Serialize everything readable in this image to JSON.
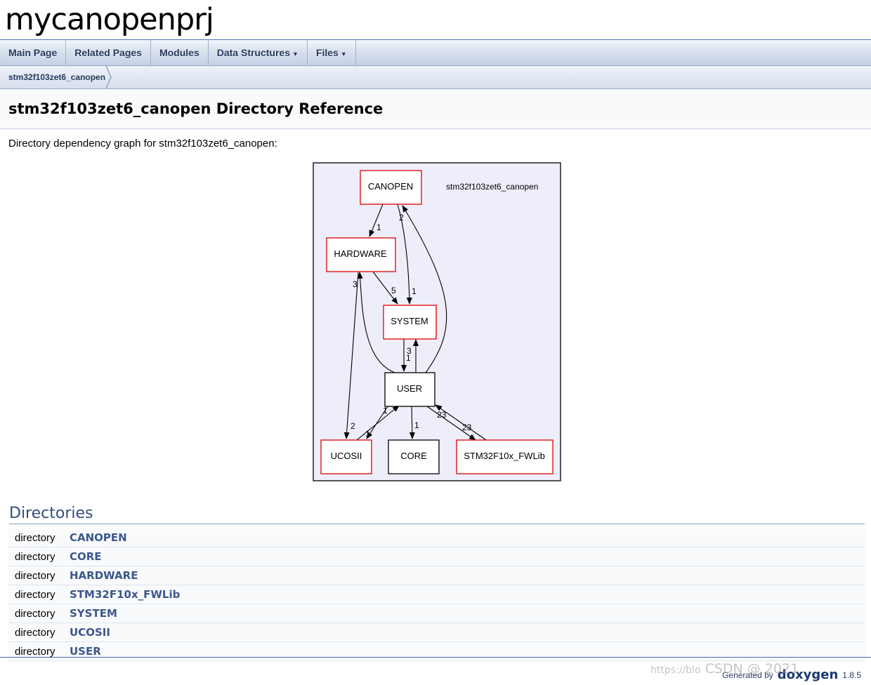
{
  "project_name": "mycanopenprj",
  "navbar": {
    "tabs": [
      {
        "label": "Main Page",
        "dropdown": false
      },
      {
        "label": "Related Pages",
        "dropdown": false
      },
      {
        "label": "Modules",
        "dropdown": false
      },
      {
        "label": "Data Structures",
        "dropdown": true
      },
      {
        "label": "Files",
        "dropdown": true
      }
    ],
    "dropdown_glyph": "▼"
  },
  "breadcrumb": {
    "label": "stm32f103zet6_canopen"
  },
  "page_title": "stm32f103zet6_canopen Directory Reference",
  "graph": {
    "caption": "Directory dependency graph for stm32f103zet6_canopen:",
    "cluster_label": "stm32f103zet6_canopen",
    "nodes": {
      "canopen": "CANOPEN",
      "hardware": "HARDWARE",
      "system": "SYSTEM",
      "user": "USER",
      "ucosii": "UCOSII",
      "core": "CORE",
      "fwlib": "STM32F10x_FWLib"
    },
    "edge_labels": {
      "canopen_hardware": "1",
      "canopen_system": "2",
      "canopen_system_b": "1",
      "hardware_system": "5",
      "user_hardware": "3",
      "user_system": "3",
      "system_user": "1",
      "user_ucosii": "2",
      "ucosii_user": "1",
      "user_ucosii_b": "1",
      "user_core": "1",
      "user_fwlib": "23",
      "fwlib_user": "23"
    }
  },
  "directories": {
    "heading": "Directories",
    "rows": [
      {
        "kind": "directory",
        "name": "CANOPEN"
      },
      {
        "kind": "directory",
        "name": "CORE"
      },
      {
        "kind": "directory",
        "name": "HARDWARE"
      },
      {
        "kind": "directory",
        "name": "STM32F10x_FWLib"
      },
      {
        "kind": "directory",
        "name": "SYSTEM"
      },
      {
        "kind": "directory",
        "name": "UCOSII"
      },
      {
        "kind": "directory",
        "name": "USER"
      }
    ]
  },
  "footer": {
    "generated_by": "Generated by",
    "logo_text": "doxygen",
    "version": "1.8.5"
  },
  "watermark": {
    "text": "CSDN @",
    "url_fragment": "https://blo",
    "suffix": "2021"
  }
}
